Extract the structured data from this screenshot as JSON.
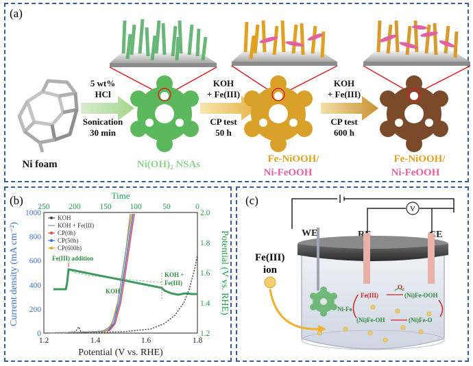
{
  "panel_a": {
    "label": "(a)",
    "step1": {
      "line1": "5 wt%",
      "line2": "HCl",
      "line3": "Sonication",
      "line4": "30 min"
    },
    "step2": {
      "line1": "KOH",
      "line2": "+ Fe(III)",
      "line3": "CP test",
      "line4": "50 h"
    },
    "step3": {
      "line1": "KOH",
      "line2": "+ Fe(III)",
      "line3": "CP test",
      "line4": "600 h"
    },
    "label_foam": "Ni foam",
    "label_nsa": "Ni(OH)₂ NSAs",
    "label_mid_1": "Fe-NiOOH/",
    "label_mid_2": "Ni-FeOOH",
    "label_end_1": "Fe-NiOOH/",
    "label_end_2": "Ni-FeOOH",
    "colors": {
      "foam": "#b8b8b8",
      "nsa": "#5cb85c",
      "fe_niooh": "#e0a020",
      "ni_feooh": "#e25fa0",
      "aged": "#7a4a2a"
    }
  },
  "panel_b": {
    "label": "(b)",
    "top_axis_title": "Time",
    "top_ticks": [
      "250",
      "200",
      "150",
      "100",
      "50",
      "0"
    ],
    "x_axis_title": "Potential (V vs. RHE)",
    "x_ticks": [
      "1.2",
      "1.4",
      "1.6",
      "1.8"
    ],
    "y_left_title": "Current density (mA cm⁻²)",
    "y_left_ticks": [
      "0",
      "200",
      "400",
      "600",
      "800",
      "1000"
    ],
    "y_right_title": "Potential (V vs. RHE)",
    "y_right_ticks": [
      "1.2",
      "1.4",
      "1.6",
      "1.8",
      "2.0"
    ],
    "legend": [
      "KOH",
      "KOH + Fe(III)",
      "CP(0h)",
      "CP(50h)",
      "CP(600h)"
    ],
    "annotation_addition": "Fe(III) addition",
    "annotation_koh": "KOH",
    "annotation_koh_fe_1": "KOH +",
    "annotation_koh_fe_2": "Fe(III)",
    "colors": {
      "koh": "#444444",
      "koh_fe": "#7a8aa8",
      "cp0": "#e04a4a",
      "cp50": "#3a6fd0",
      "cp600": "#e0a020",
      "time_axis": "#1f9a4a"
    }
  },
  "panel_c": {
    "label": "(c)",
    "we": "WE",
    "re": "RE",
    "ce": "CE",
    "voltmeter": "V",
    "ion_1": "Fe(III)",
    "ion_2": "ion",
    "cycle": {
      "fe3": "Fe(III)",
      "o2": "O₂",
      "feooh": "(Ni)Fe-OOH",
      "feoh": "(Ni)Fe-OH",
      "feo": "(Ni)Fe-O",
      "nife": "Ni-Fe"
    }
  }
}
